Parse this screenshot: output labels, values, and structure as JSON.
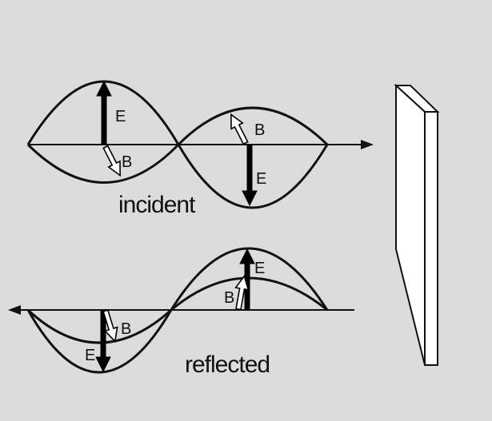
{
  "diagram": {
    "incident": {
      "caption": "incident",
      "e_label": "E",
      "b_label_first": "B",
      "b_label_second": "B",
      "e_label_second": "E"
    },
    "reflected": {
      "caption": "reflected",
      "e_label": "E",
      "b_label": "B",
      "b_label_first": "B",
      "e_label_first": "E"
    },
    "icons": {
      "mirror": "mirror-plate",
      "e_field": "solid-black-arrow",
      "b_field": "hollow-white-arrow"
    },
    "colors": {
      "background": "#dcdcdc",
      "ink": "#111111",
      "b_fill": "#ffffff"
    }
  }
}
